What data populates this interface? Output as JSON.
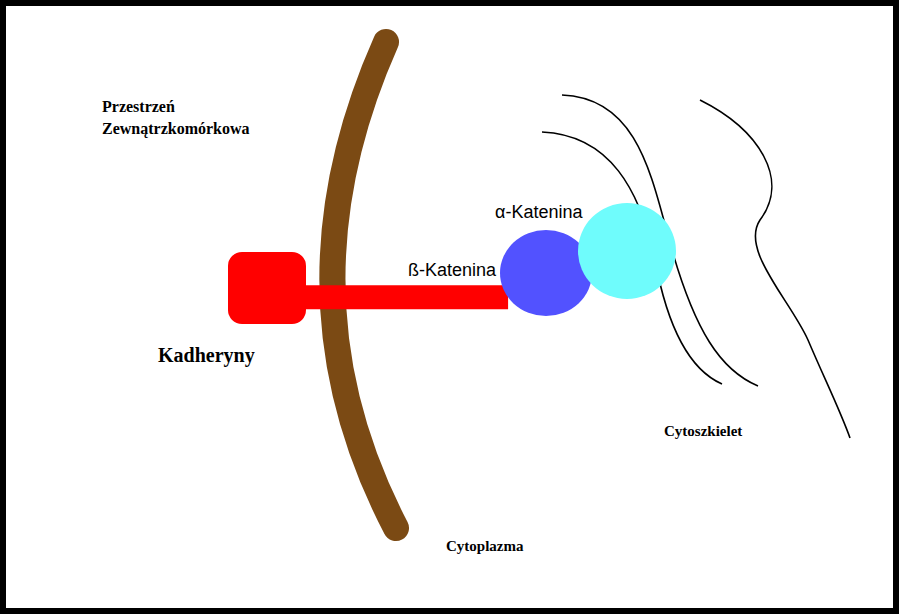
{
  "diagram": {
    "nodes": [
      {
        "text": [
          "Kadheryny"
        ]
      },
      {
        "text": [
          "ß-Katenina"
        ]
      },
      {
        "text": [
          "α-Katenina"
        ]
      }
    ],
    "edges": [
      {
        "from": 0,
        "to": 1,
        "arrow": "none"
      }
    ],
    "labels": [
      "Przestrzeń Zewnątrzkomórkowa",
      "Cytoplazma",
      "Cytoszkielet"
    ]
  }
}
